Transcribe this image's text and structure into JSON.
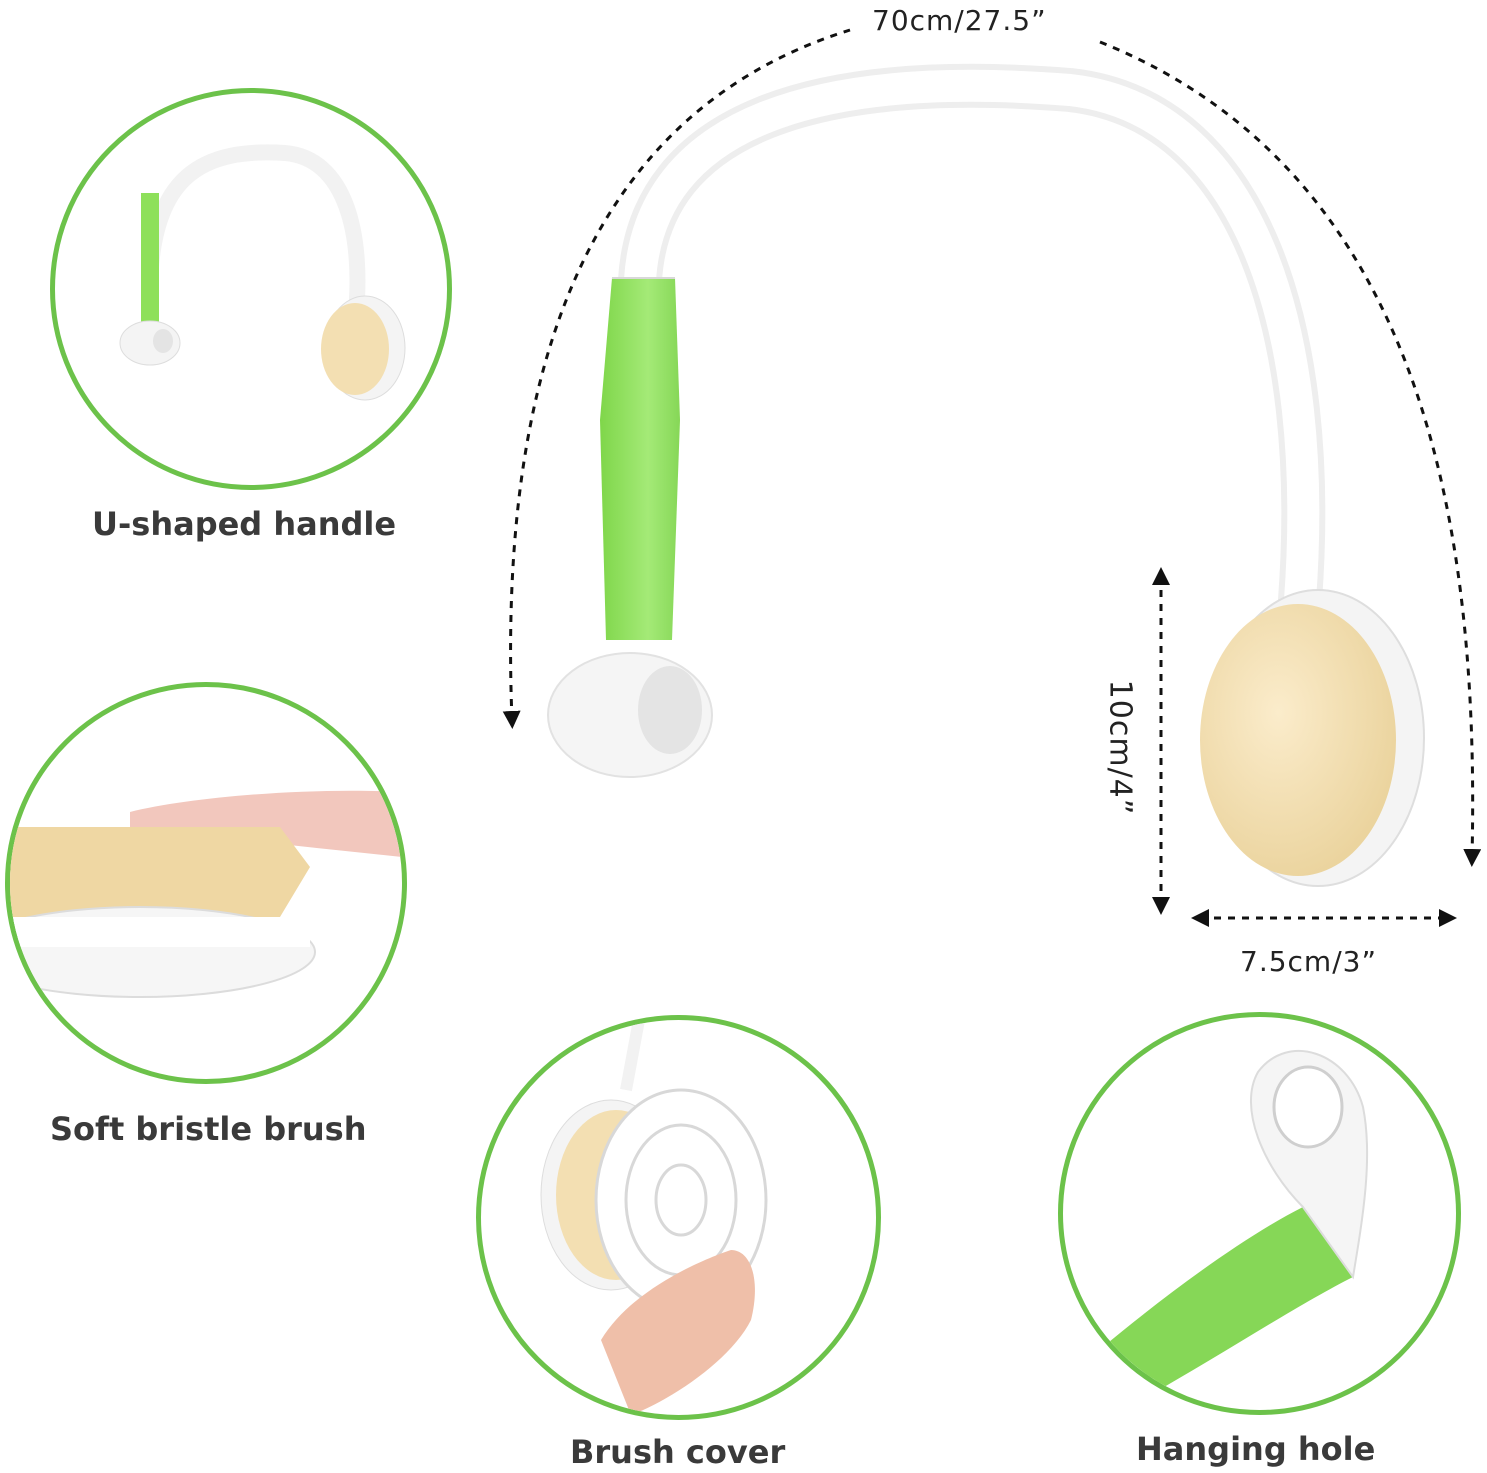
{
  "dimensions": {
    "length": "70cm/27.5”",
    "height": "10cm/4”",
    "width": "7.5cm/3”"
  },
  "features": [
    {
      "label": "U-shaped handle",
      "icon": "u-shaped-handle-thumbnail"
    },
    {
      "label": "Soft bristle brush",
      "icon": "soft-bristle-closeup"
    },
    {
      "label": "Brush cover",
      "icon": "brush-cover-photo"
    },
    {
      "label": "Hanging hole",
      "icon": "hanging-hole-closeup"
    }
  ],
  "colors": {
    "accent_green": "#6cc24a",
    "handle_green": "#8ee05a",
    "bristle": "#f3dfb2",
    "plastic": "#f7f7f7"
  }
}
